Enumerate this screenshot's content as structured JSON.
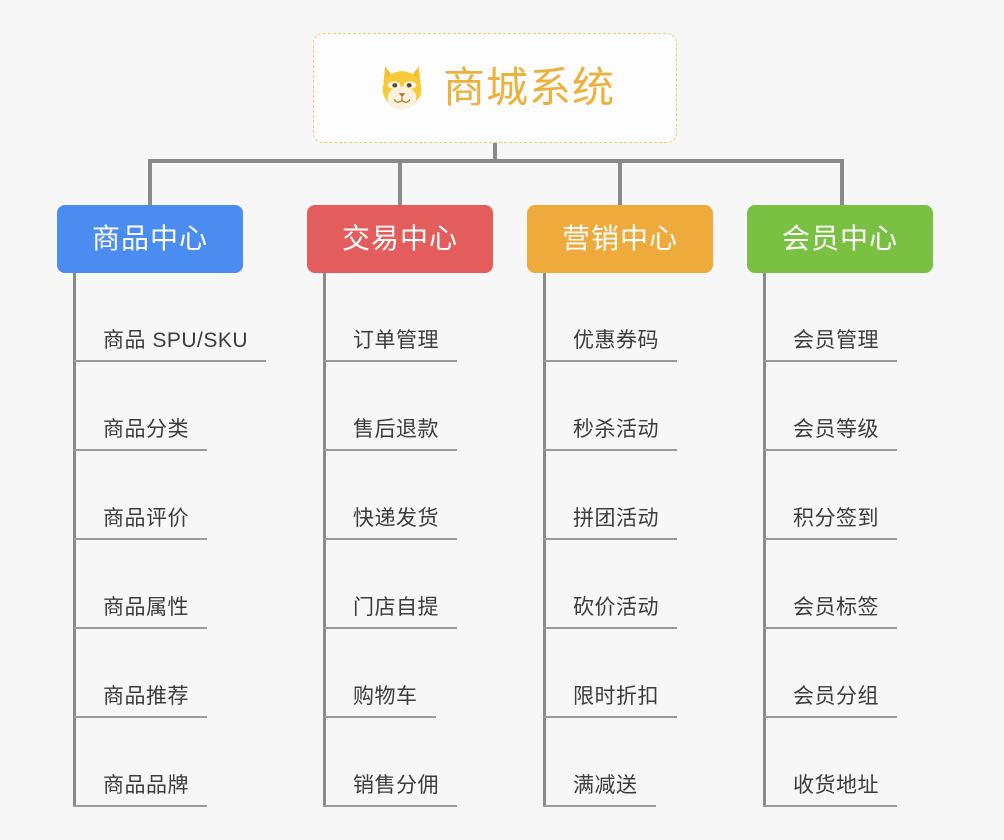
{
  "theme": {
    "background": "#f7f7f7",
    "connector_color": "#8a8a8a",
    "root_border_color": "#f3c96b",
    "root_text_color": "#ecb13d",
    "leaf_text_color": "#3c3c3c",
    "leaf_rule_color": "#9a9a9a"
  },
  "root": {
    "icon": "dog-face-icon",
    "label": "商城系统"
  },
  "branches": [
    {
      "id": "product-center",
      "label": "商品中心",
      "color": "#4a8cf0",
      "items": [
        {
          "label": "商品 SPU/SKU"
        },
        {
          "label": "商品分类"
        },
        {
          "label": "商品评价"
        },
        {
          "label": "商品属性"
        },
        {
          "label": "商品推荐"
        },
        {
          "label": "商品品牌"
        }
      ]
    },
    {
      "id": "trade-center",
      "label": "交易中心",
      "color": "#e45d5d",
      "items": [
        {
          "label": "订单管理"
        },
        {
          "label": "售后退款"
        },
        {
          "label": "快递发货"
        },
        {
          "label": "门店自提"
        },
        {
          "label": "购物车"
        },
        {
          "label": "销售分佣"
        }
      ]
    },
    {
      "id": "marketing-center",
      "label": "营销中心",
      "color": "#eeab3c",
      "items": [
        {
          "label": "优惠券码"
        },
        {
          "label": "秒杀活动"
        },
        {
          "label": "拼团活动"
        },
        {
          "label": "砍价活动"
        },
        {
          "label": "限时折扣"
        },
        {
          "label": "满减送"
        }
      ]
    },
    {
      "id": "member-center",
      "label": "会员中心",
      "color": "#7ac143",
      "items": [
        {
          "label": "会员管理"
        },
        {
          "label": "会员等级"
        },
        {
          "label": "积分签到"
        },
        {
          "label": "会员标签"
        },
        {
          "label": "会员分组"
        },
        {
          "label": "收货地址"
        }
      ]
    }
  ]
}
